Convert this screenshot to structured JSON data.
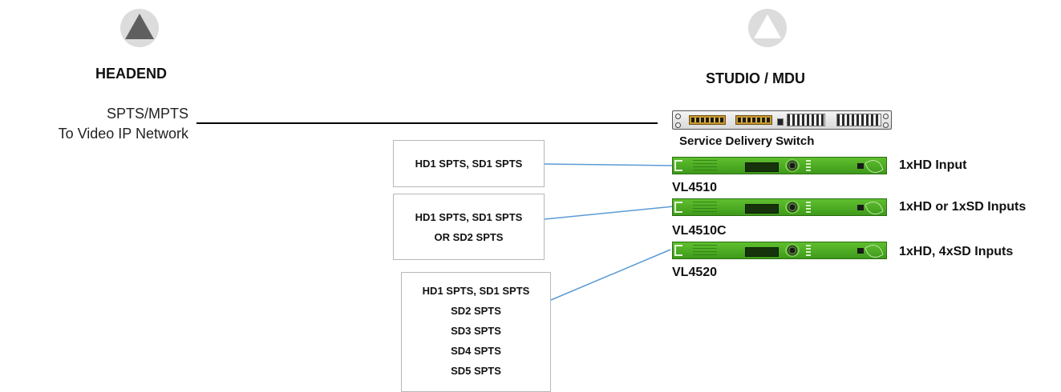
{
  "headend": {
    "icon": "dark-triangle-icon",
    "title": "HEADEND"
  },
  "studio": {
    "icon": "light-triangle-icon",
    "title": "STUDIO / MDU"
  },
  "network": {
    "line1": "SPTS/MPTS",
    "line2": "To Video IP Network"
  },
  "switch": {
    "label": "Service Delivery Switch"
  },
  "devices": [
    {
      "model": "VL4510",
      "inputs": "1xHD Input",
      "streams": [
        "HD1 SPTS, SD1 SPTS"
      ]
    },
    {
      "model": "VL4510C",
      "inputs": "1xHD or 1xSD Inputs",
      "streams": [
        "HD1 SPTS, SD1 SPTS",
        "OR SD2 SPTS"
      ]
    },
    {
      "model": "VL4520",
      "inputs": "1xHD, 4xSD Inputs",
      "streams": [
        "HD1 SPTS, SD1 SPTS",
        "SD2 SPTS",
        "SD3 SPTS",
        "SD4 SPTS",
        "SD5 SPTS"
      ]
    }
  ],
  "colors": {
    "link_line": "#5b9bd5",
    "network_line": "#000000",
    "device_green": "#4caf27",
    "headend_triangle": "#666666",
    "studio_triangle": "#ffffff"
  }
}
